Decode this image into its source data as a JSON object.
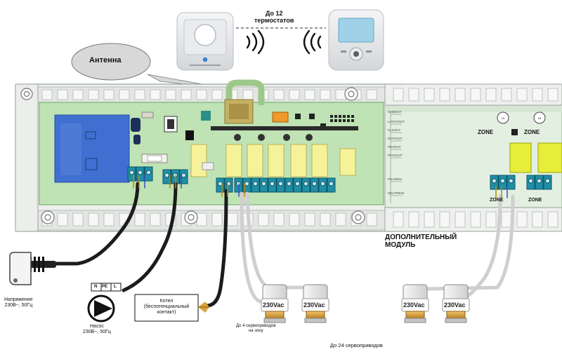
{
  "labels": {
    "antenna": "Антенна",
    "thermostats_count": "До 12\nтермостатов",
    "power": "Напряжение\n230В~, 50Гц",
    "pump": "Насос\n230В~, 50Гц",
    "boiler": "Котел\n(беспотенциальный\nконтакт)",
    "actuators_per_zone": "До 4 сервоприводов\nна зону",
    "actuators_total": "До 24 сервоприводов",
    "extra_module": "ДОПОЛНИТЕЛЬНЫЙ\nМОДУЛЬ",
    "actuator_voltage": "230Vac",
    "zone": "ZONE",
    "npe": [
      "N",
      "PE",
      "L"
    ]
  },
  "module_pins": [
    "GNDOUT",
    "LATCHOUT",
    "CLKOUT",
    "DATAOUT",
    "PEVOUT",
    "P24VOUT",
    "PHASEIN",
    "NEUTREIN"
  ],
  "colors": {
    "pcb": "#bfe3b4",
    "module": "#e3f0e1",
    "frame": "#e9ede9",
    "terminal": "#1f8fa6",
    "relay": "#f6f29a",
    "zone_relay": "#e6ee3a",
    "cable": "#1c1c1c",
    "actuator_cable": "#cfcfcf",
    "brass": "#d9a43f",
    "transformer": "#3f6fd0"
  },
  "icons": [
    "antenna-cable",
    "wifi-waves-icon",
    "plug-icon",
    "pump-icon",
    "actuator-icon",
    "thermostat"
  ]
}
